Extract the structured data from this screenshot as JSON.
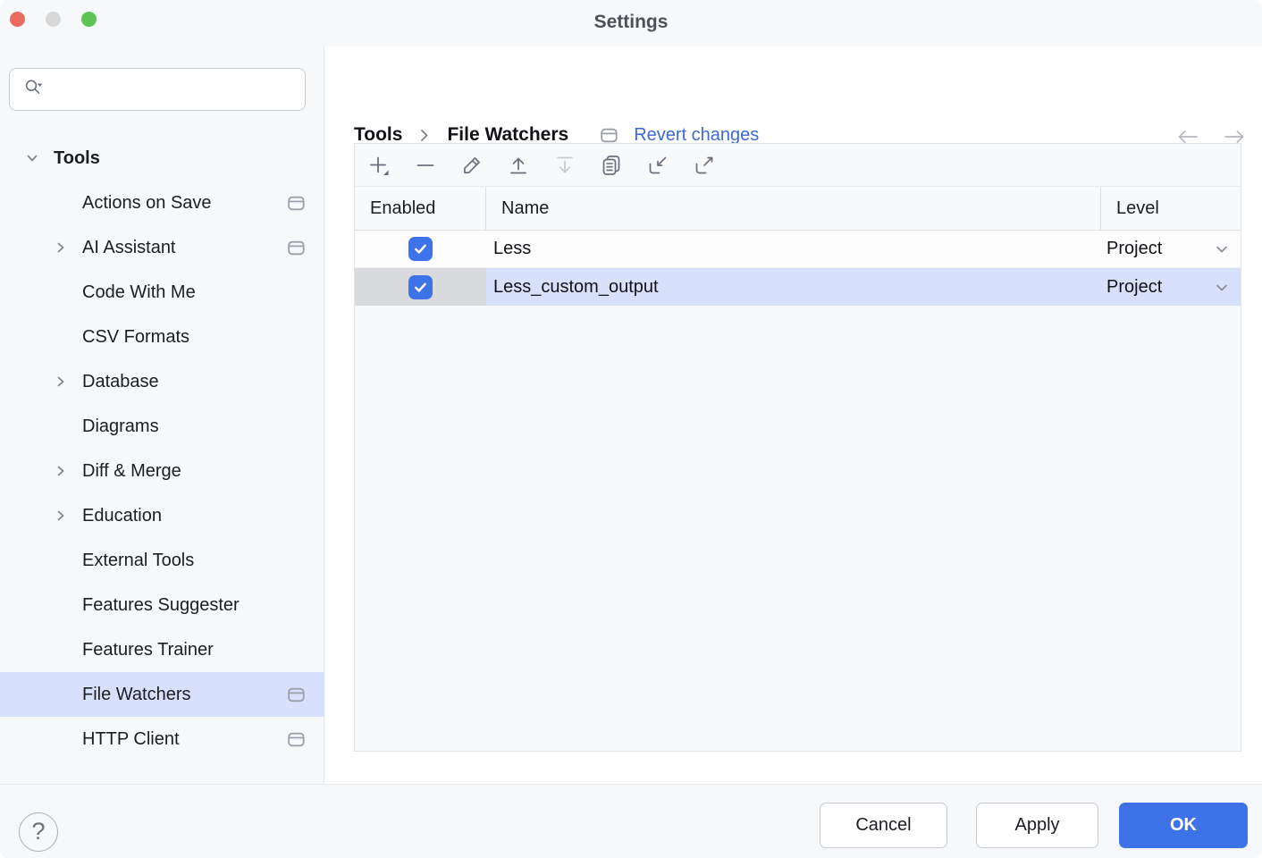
{
  "window": {
    "title": "Settings"
  },
  "titlebar": {
    "traffic_lights": [
      "close",
      "minimize",
      "zoom"
    ]
  },
  "sidebar": {
    "search_placeholder": "",
    "tree": [
      {
        "label": "Tools",
        "level": 0,
        "bold": true,
        "expander": "expanded"
      },
      {
        "label": "Actions on Save",
        "level": 1,
        "modified": true
      },
      {
        "label": "AI Assistant",
        "level": 1,
        "expander": "collapsed",
        "modified": true
      },
      {
        "label": "Code With Me",
        "level": 1
      },
      {
        "label": "CSV Formats",
        "level": 1
      },
      {
        "label": "Database",
        "level": 1,
        "expander": "collapsed"
      },
      {
        "label": "Diagrams",
        "level": 1
      },
      {
        "label": "Diff & Merge",
        "level": 1,
        "expander": "collapsed"
      },
      {
        "label": "Education",
        "level": 1,
        "expander": "collapsed"
      },
      {
        "label": "External Tools",
        "level": 1
      },
      {
        "label": "Features Suggester",
        "level": 1
      },
      {
        "label": "Features Trainer",
        "level": 1
      },
      {
        "label": "File Watchers",
        "level": 1,
        "selected": true,
        "modified": true
      },
      {
        "label": "HTTP Client",
        "level": 1,
        "modified": true
      }
    ]
  },
  "content": {
    "breadcrumb": {
      "parent": "Tools",
      "current": "File Watchers"
    },
    "revert_link": "Revert changes",
    "toolbar_buttons": [
      "add",
      "remove",
      "edit",
      "move-up",
      "move-down",
      "duplicate",
      "import",
      "export"
    ],
    "table": {
      "columns": {
        "enabled": "Enabled",
        "name": "Name",
        "level": "Level"
      },
      "rows": [
        {
          "enabled": true,
          "name": "Less",
          "level": "Project",
          "selected": false
        },
        {
          "enabled": true,
          "name": "Less_custom_output",
          "level": "Project",
          "selected": true
        }
      ]
    }
  },
  "footer": {
    "help_label": "?",
    "cancel_label": "Cancel",
    "apply_label": "Apply",
    "ok_label": "OK"
  },
  "colors": {
    "accent": "#3E72E8",
    "selection": "#D8E1FB",
    "link": "#3E68D9",
    "chrome_bg": "#F7F8FA",
    "panel_bg": "#F8F9FB"
  }
}
